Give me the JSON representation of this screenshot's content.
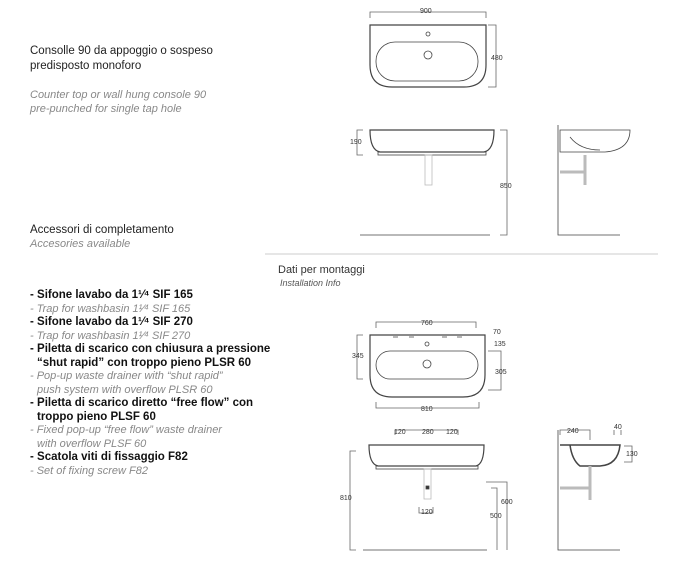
{
  "product": {
    "title_it": [
      "Consolle 90 da appoggio o sospeso",
      "predisposto monoforo"
    ],
    "title_en": [
      "Counter top or wall hung console 90",
      "pre-punched for single tap hole"
    ]
  },
  "accessories": {
    "heading_it": "Accessori di completamento",
    "heading_en": "Accesories available",
    "items": [
      {
        "it": [
          "- Sifone lavabo da 1¹⁄⁴ SIF 165"
        ],
        "en": [
          "- Trap for washbasin 1¹⁄⁴ SIF 165"
        ]
      },
      {
        "it": [
          "- Sifone lavabo da 1¹⁄⁴ SIF 270"
        ],
        "en": [
          "- Trap for washbasin 1¹⁄⁴ SIF 270"
        ]
      },
      {
        "it": [
          "- Piletta di scarico con chiusura a pressione",
          "  “shut rapid” con troppo pieno PLSR 60"
        ],
        "en": [
          "- Pop-up waste drainer with “shut rapid”",
          "  push system with overflow PLSR 60"
        ]
      },
      {
        "it": [
          "- Piletta di scarico diretto “free flow” con",
          "  troppo pieno PLSF 60"
        ],
        "en": [
          "- Fixed pop-up “free flow” waste drainer",
          "  with overflow PLSF 60"
        ]
      },
      {
        "it": [
          "- Scatola viti di fissaggio F82"
        ],
        "en": [
          "- Set of fixing screw F82"
        ]
      }
    ]
  },
  "installation": {
    "title_it": "Dati per montaggi",
    "title_en": "Installation Info"
  },
  "dims_top": {
    "width": "900",
    "depth": "480",
    "height": "190",
    "floor": "850"
  },
  "dims_install": {
    "width": "760",
    "depth": "345",
    "d70": "70",
    "d135": "135",
    "d305": "305",
    "base": "810",
    "h120a": "120",
    "h280": "280",
    "h120b": "120",
    "floor": "810",
    "d600": "600",
    "d500": "500",
    "waste": "120",
    "side240": "240",
    "side40": "40",
    "side130": "130"
  }
}
